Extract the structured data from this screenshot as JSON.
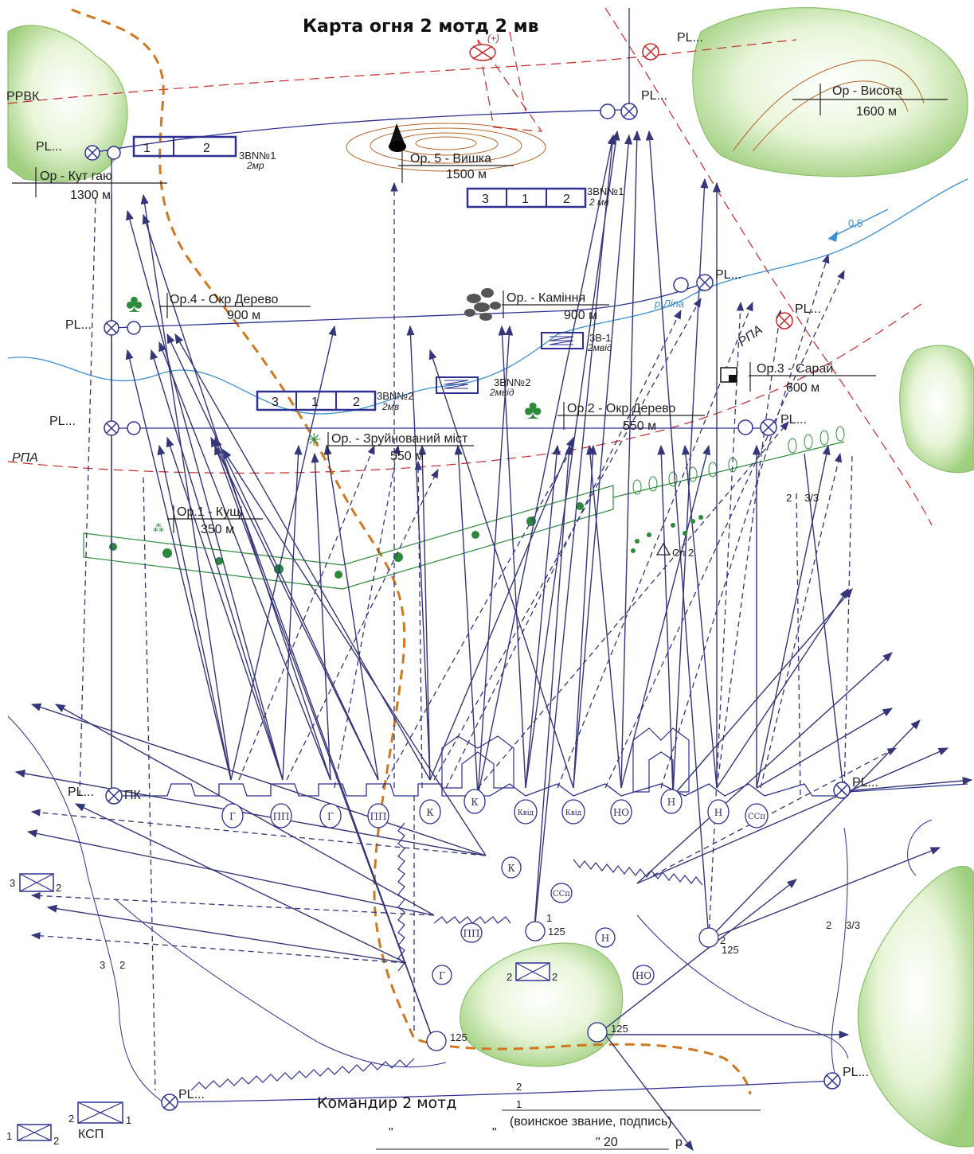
{
  "title": "Карта огня 2 мотд 2 мв",
  "landmarks": [
    {
      "name": "Ор - Кут гаю",
      "distance": "1300 м"
    },
    {
      "name": "Ор. 5 - Вишка",
      "distance": "1500 м"
    },
    {
      "name": "Ор - Висота",
      "distance": "1600 м"
    },
    {
      "name": "Ор.4 - Окр Дерево",
      "distance": "900 м"
    },
    {
      "name": "Ор. - Каміння",
      "distance": "900 м"
    },
    {
      "name": "Ор.3 - Сарай",
      "distance": "600 м"
    },
    {
      "name": "Ор.2 - Окр Дерево",
      "distance": "550 м"
    },
    {
      "name": "Ор. - Зруйнований міст",
      "distance": "550 м"
    },
    {
      "name": "Ор.1 - Кущі",
      "distance": "350 м"
    }
  ],
  "zones": [
    {
      "cells": [
        "1",
        "2"
      ],
      "label": "3ВN№1",
      "sub": "2мр"
    },
    {
      "cells": [
        "3",
        "1",
        "2"
      ],
      "label": "3ВN№1",
      "sub": "2 мв"
    },
    {
      "cells": [
        "3",
        "1",
        "2"
      ],
      "label": "3ВN№2",
      "sub": "2мв"
    }
  ],
  "obstacles": [
    {
      "label": "3В-1",
      "sub": "2мвід"
    },
    {
      "label": "3ВN№2",
      "sub": "2мвід"
    }
  ],
  "lines": {
    "pl": "PL...",
    "rpvk": "РРВК",
    "rpa": "РПА",
    "pk": "ПК",
    "river": "р.Ліпа",
    "current": "0,5",
    "triangle": "Сп 2",
    "topmark": "(+)"
  },
  "weapons": {
    "front": [
      "Г",
      "ПП",
      "Г",
      "ПП",
      "К",
      "К",
      "Квід",
      "Квід",
      "НО",
      "Н",
      "Н",
      "ССп"
    ],
    "back": [
      "К",
      "ССп",
      "ПП",
      "Н",
      "Г",
      "НО"
    ],
    "tank_num": "125"
  },
  "units": {
    "ksp": "КСП",
    "left1": [
      "3",
      "2"
    ],
    "left2": [
      "1",
      "2"
    ],
    "center": [
      "2",
      "2"
    ],
    "ksp_nums": [
      "2",
      "1"
    ],
    "marks_left": [
      "3",
      "2"
    ],
    "marks_right": [
      "2",
      "3/3"
    ],
    "marks_top": [
      "2",
      "3/3"
    ],
    "cmd_marks": [
      "2",
      "1"
    ],
    "tank_marks": [
      "1",
      "2"
    ]
  },
  "footer": {
    "commander": "Командир 2 мотд",
    "signature": "(воинское звание, подпись)",
    "quote": "\"",
    "year": "20",
    "suffix": "р"
  },
  "colors": {
    "fire_lines": "#35357a",
    "forest": "#a7d48a",
    "contour": "#b5652b",
    "boundary": "#d07820",
    "red_lines": "#c62828",
    "river": "#3b8fd0",
    "green_line": "#2e8b3a"
  }
}
